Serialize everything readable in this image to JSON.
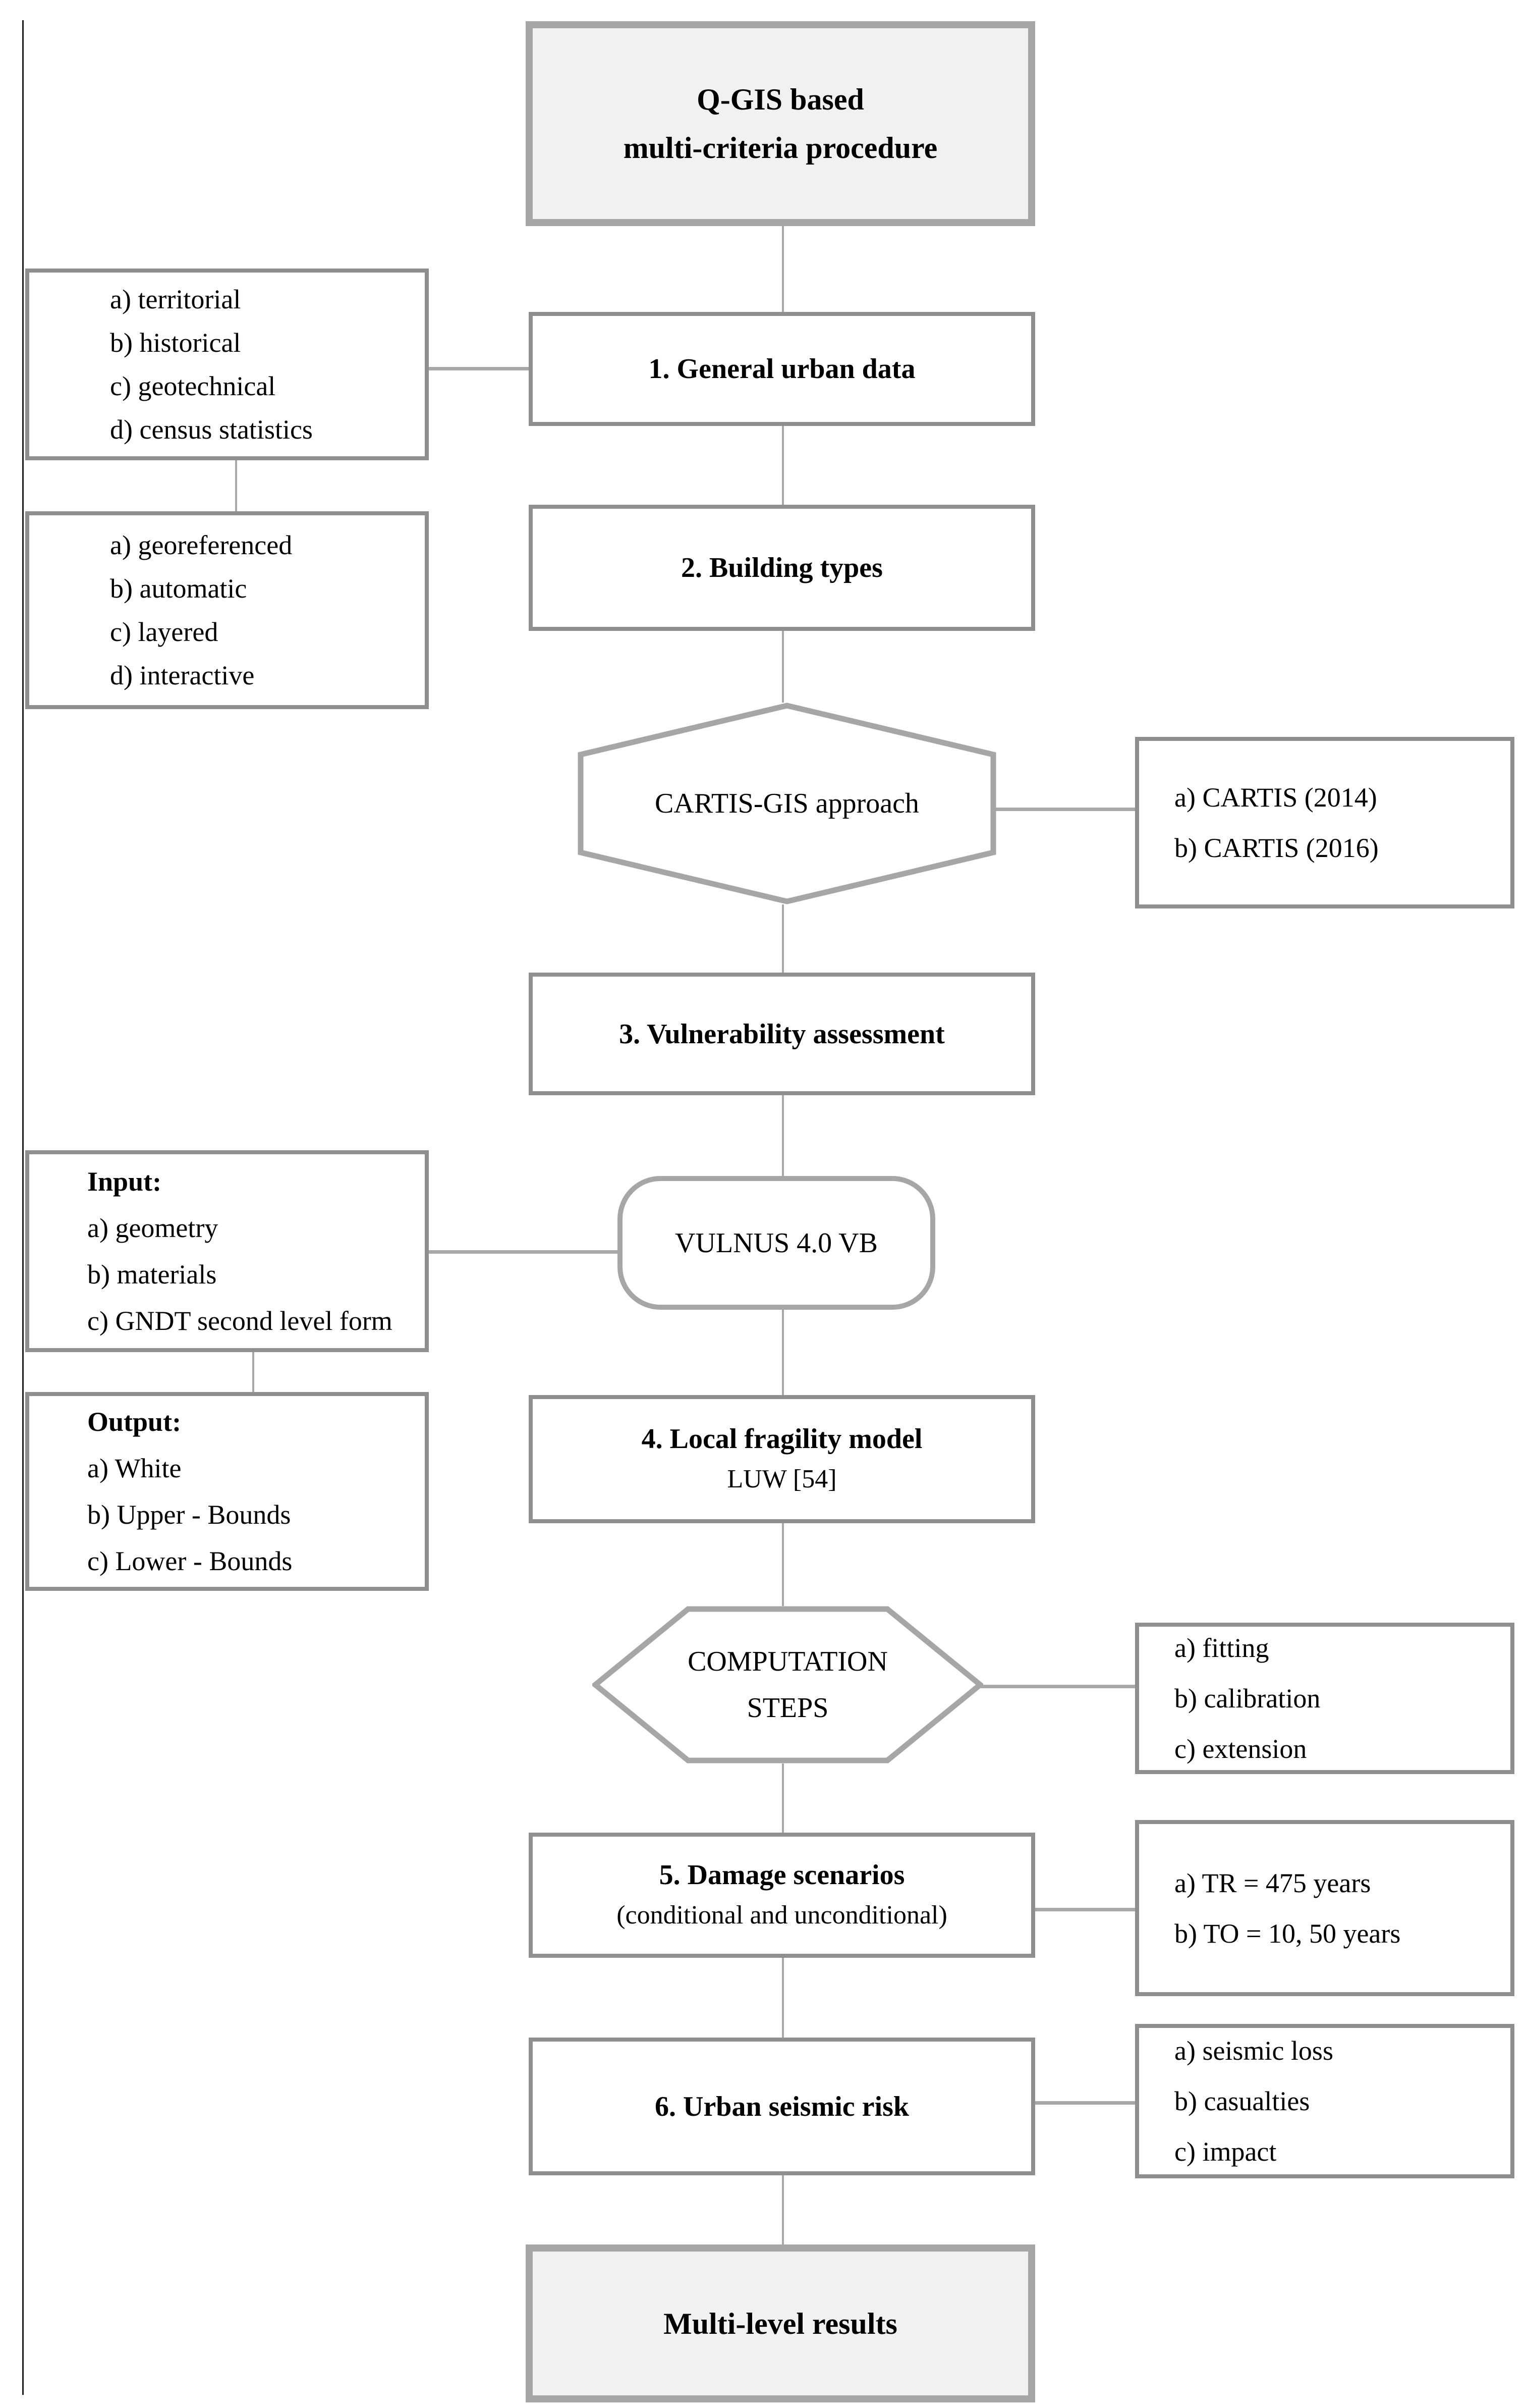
{
  "figure": {
    "start": {
      "line1": "Q-GIS based",
      "line2": "multi-criteria procedure"
    },
    "steps": {
      "s1": "1. General urban data",
      "s2": "2. Building types",
      "s3": "3. Vulnerability assessment",
      "s4_line1": "4. Local fragility model",
      "s4_line2": "LUW [54]",
      "s5_line1": "5. Damage scenarios",
      "s5_line2": "(conditional and unconditional)",
      "s6": "6. Urban seismic risk"
    },
    "hexagons": {
      "cartis": "CARTIS-GIS approach",
      "computation_line1": "COMPUTATION",
      "computation_line2": "STEPS"
    },
    "vulnus": "VULNUS 4.0 VB",
    "end": "Multi-level results"
  },
  "side_left": {
    "urban_data_items": [
      "a) territorial",
      "b) historical",
      "c) geotechnical",
      "d) census statistics"
    ],
    "building_types_items": [
      "a) georeferenced",
      "b) automatic",
      "c) layered",
      "d) interactive"
    ],
    "input": {
      "title": "Input:",
      "items": [
        "a) geometry",
        "b) materials",
        "c) GNDT second level form"
      ]
    },
    "output": {
      "title": "Output:",
      "items": [
        "a) White",
        "b) Upper - Bounds",
        "c) Lower - Bounds"
      ]
    }
  },
  "side_right": {
    "cartis_items": [
      "a) CARTIS (2014)",
      "b) CARTIS (2016)"
    ],
    "computation_items": [
      "a) fitting",
      "b) calibration",
      "c) extension"
    ],
    "damage_items": [
      "a) TR = 475 years",
      "b) TO = 10, 50 years"
    ],
    "risk_items": [
      "a) seismic loss",
      "b) casualties",
      "c) impact"
    ]
  },
  "colors": {
    "box_border": "#8f8f8f",
    "emphasis_border": "#a6a6a6",
    "emphasis_fill": "#f1f1f1",
    "connector": "#a8a8a8",
    "left_rule": "#1c1c1c",
    "text": "#000000"
  }
}
